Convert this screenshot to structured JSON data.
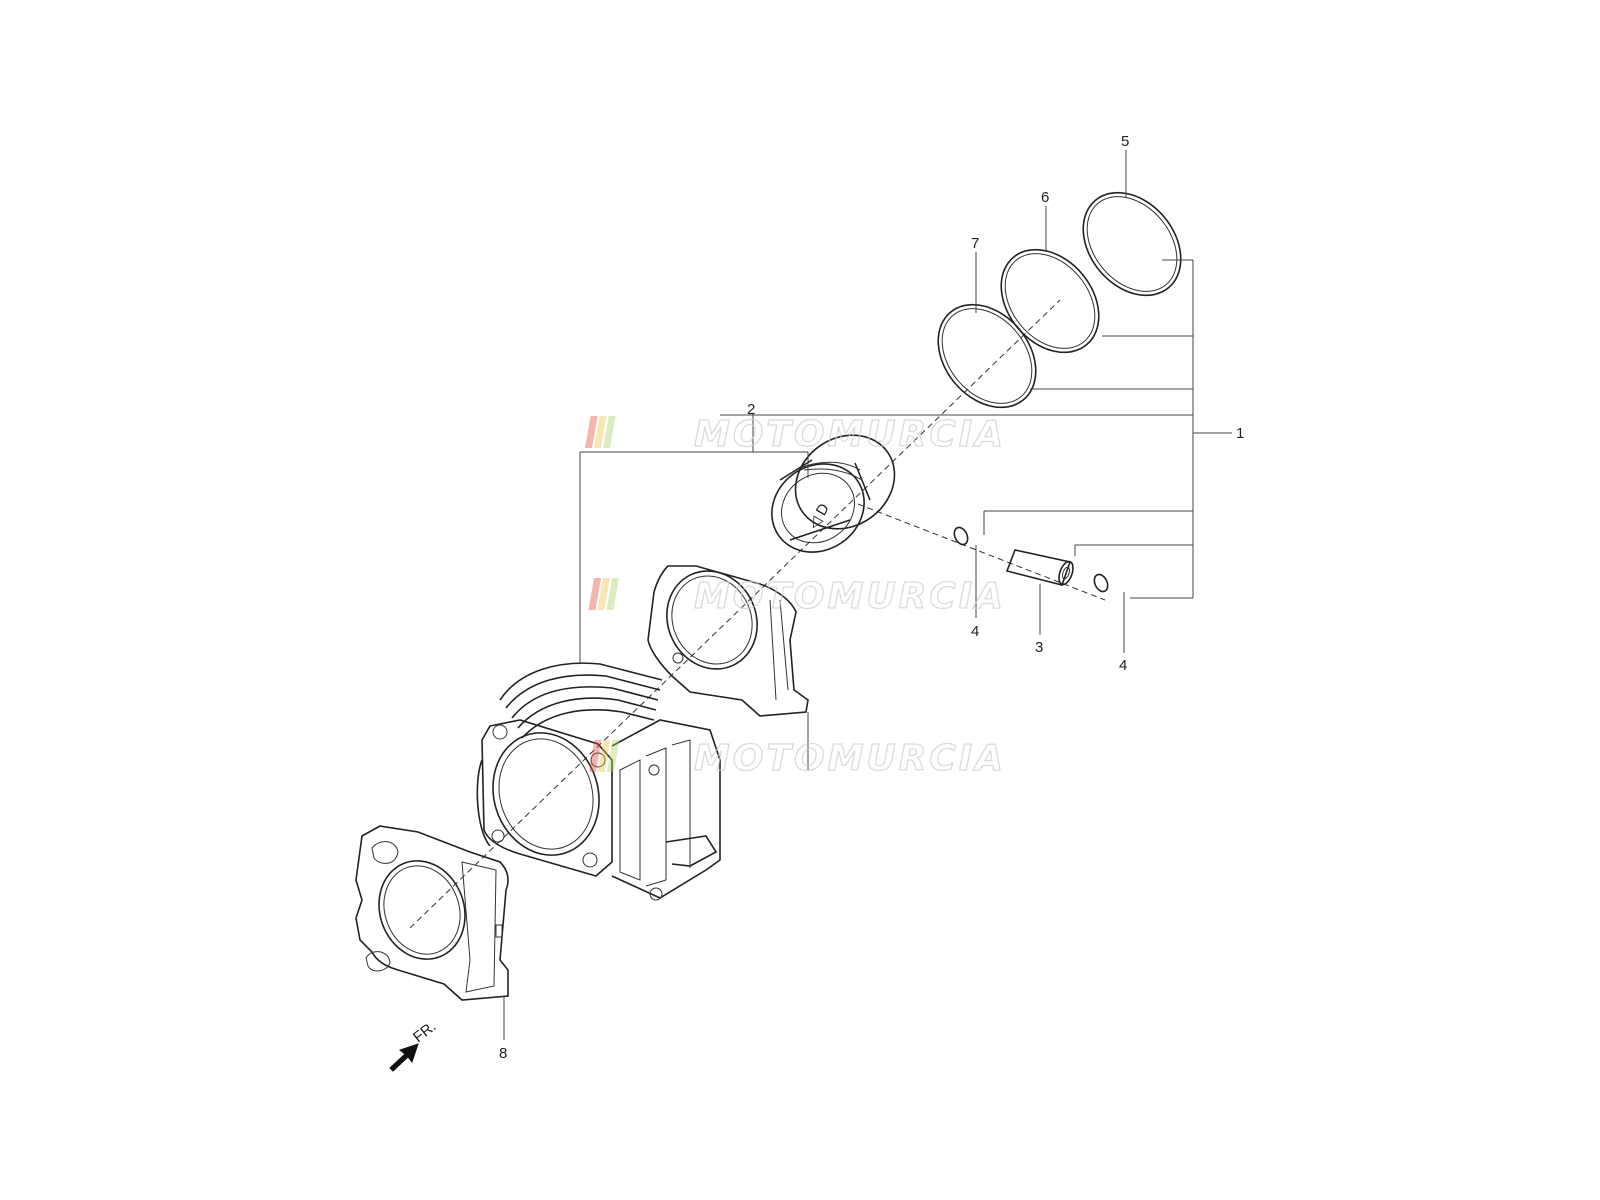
{
  "callouts": {
    "c1": "1",
    "c2": "2",
    "c3": "3",
    "c4a": "4",
    "c4b": "4",
    "c5": "5",
    "c6": "6",
    "c7": "7",
    "c8": "8"
  },
  "front_label": "FR.",
  "watermark": {
    "text": "MOTOMURCIA",
    "stripe_colors": [
      "#e24a3b",
      "#f1c24a",
      "#a7d26a"
    ]
  },
  "colors": {
    "line": "#222222",
    "background": "#ffffff",
    "watermark": "#cfcfcf"
  }
}
